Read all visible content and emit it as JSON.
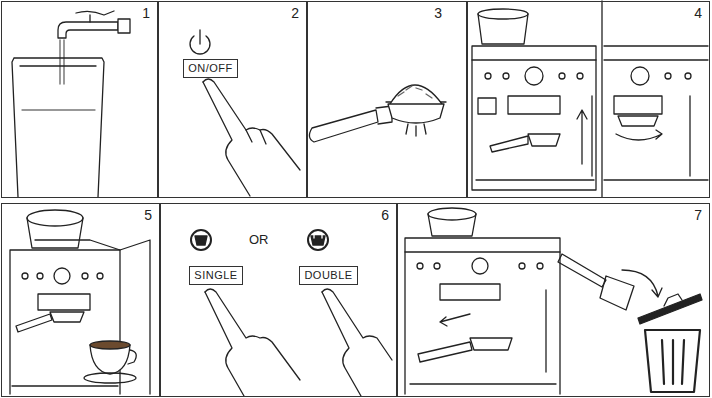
{
  "diagram": {
    "nodes": [
      {
        "text": [
          "1"
        ]
      },
      {
        "text": [
          "2"
        ]
      },
      {
        "text": [
          "ON/OFF"
        ],
        "in": 1
      },
      {
        "text": [
          "3"
        ]
      },
      {
        "text": [
          "4"
        ]
      },
      {
        "text": [
          "5"
        ]
      },
      {
        "text": [
          "6"
        ]
      },
      {
        "text": [
          "SINGLE"
        ],
        "in": 6
      },
      {
        "text": [
          "DOUBLE"
        ],
        "in": 6
      },
      {
        "text": [
          "7"
        ]
      }
    ],
    "labels": [
      "OR"
    ]
  }
}
